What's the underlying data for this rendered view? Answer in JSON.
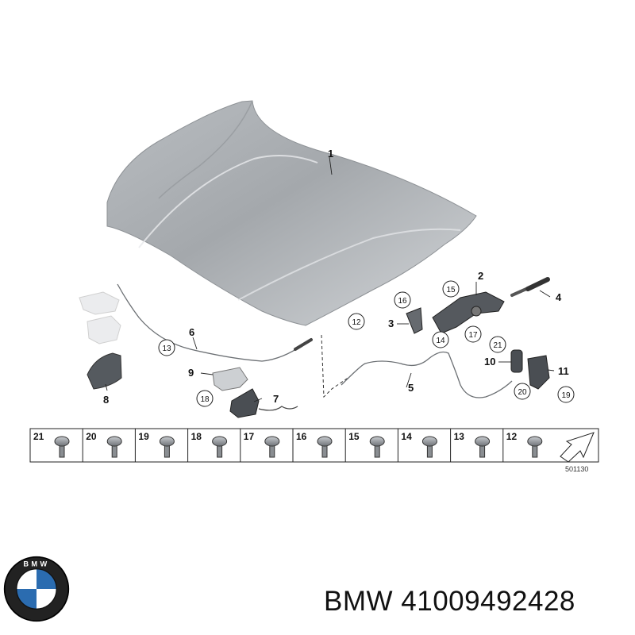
{
  "brand": "BMW",
  "part_number": "41009492428",
  "logo": {
    "lettering": "BMW",
    "colors": {
      "blue": "#2b6cb0",
      "white": "#ffffff",
      "ring": "#111111"
    }
  },
  "diagram": {
    "callouts": {
      "c1": "1",
      "c2": "2",
      "c3": "3",
      "c4": "4",
      "c5": "5",
      "c6": "6",
      "c7": "7",
      "c8": "8",
      "c9": "9",
      "c10": "10",
      "c11": "11"
    },
    "circled": {
      "k12": "12",
      "k13": "13",
      "k14": "14",
      "k15": "15",
      "k16": "16",
      "k17": "17",
      "k18": "18",
      "k19": "19",
      "k20": "20",
      "k21": "21"
    },
    "legend": [
      "21",
      "20",
      "19",
      "18",
      "17",
      "16",
      "15",
      "14",
      "13",
      "12"
    ],
    "reference": "501130"
  }
}
